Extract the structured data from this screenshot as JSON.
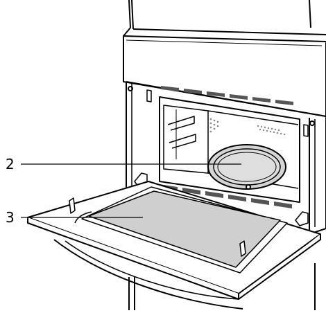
{
  "callouts": [
    {
      "id": "2",
      "label": "2",
      "target": "turntable-glass-tray"
    },
    {
      "id": "3",
      "label": "3",
      "target": "door-glass-panel"
    }
  ],
  "colors": {
    "line": "#000000",
    "tray_fill": "#d4d4d4",
    "panel_fill": "#cfcfcf",
    "background": "#ffffff"
  }
}
